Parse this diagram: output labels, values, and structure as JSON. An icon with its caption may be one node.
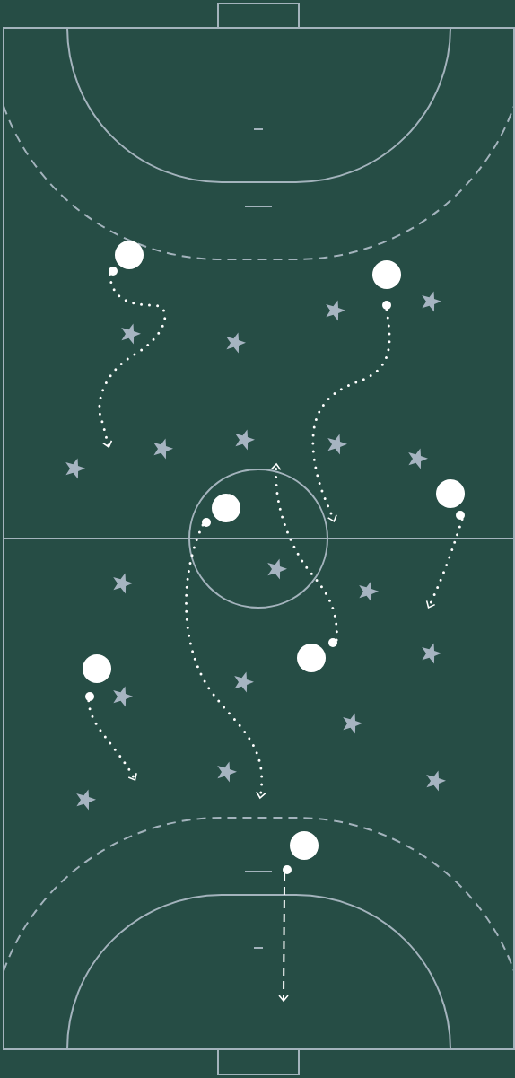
{
  "diagram": {
    "nodes": [
      {
        "text": [],
        "shape": "circle"
      },
      {
        "text": [],
        "shape": "circle"
      },
      {
        "text": [],
        "shape": "circle"
      },
      {
        "text": [],
        "shape": "circle"
      },
      {
        "text": [],
        "shape": "circle"
      },
      {
        "text": [],
        "shape": "circle"
      },
      {
        "text": [],
        "shape": "circle"
      }
    ],
    "edges": [
      {
        "from": 0,
        "to": null,
        "arrow": "to"
      },
      {
        "from": 1,
        "to": null,
        "arrow": "to"
      },
      {
        "from": 2,
        "to": null,
        "arrow": "to"
      },
      {
        "from": 3,
        "to": null,
        "arrow": "to"
      },
      {
        "from": 4,
        "to": null,
        "arrow": "to"
      },
      {
        "from": 5,
        "to": null,
        "arrow": "to"
      },
      {
        "from": 6,
        "to": null,
        "arrow": "to",
        "style": "dashed"
      }
    ]
  }
}
